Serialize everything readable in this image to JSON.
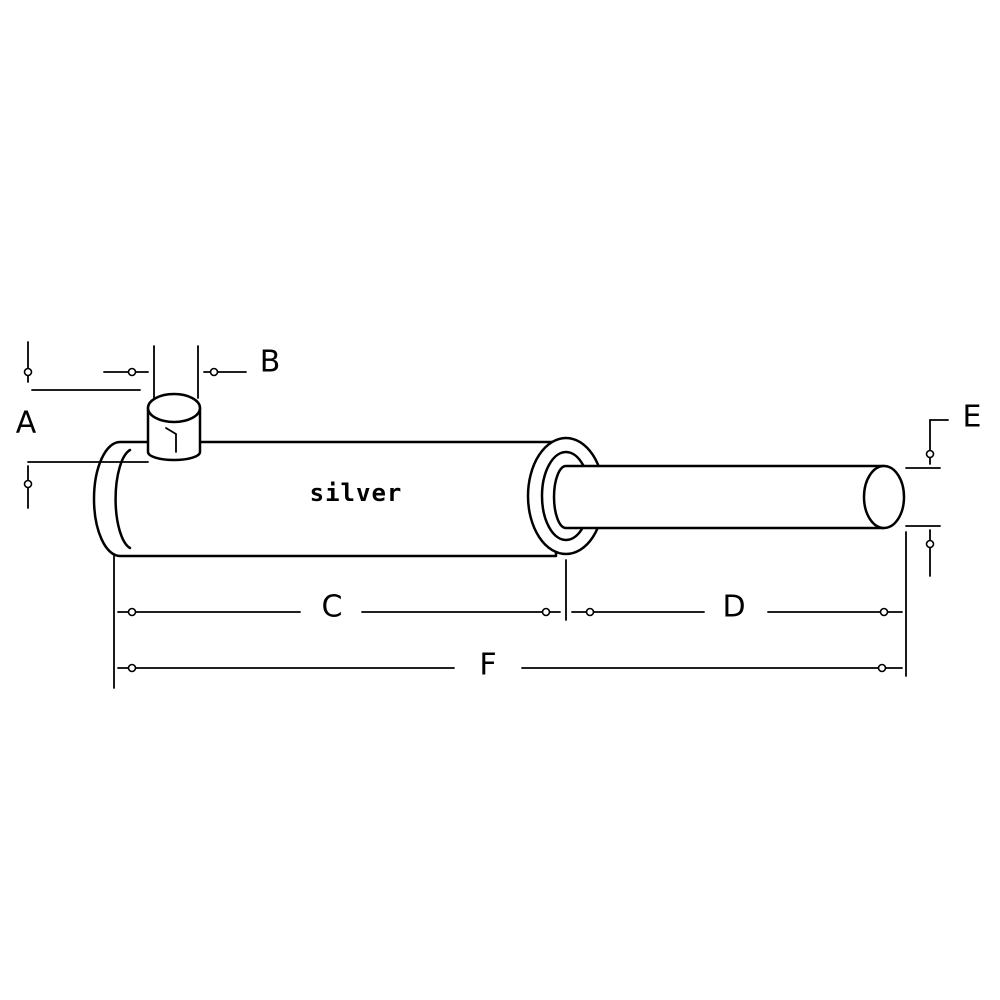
{
  "diagram": {
    "body_label": "silver",
    "dimensions": {
      "a": "A",
      "b": "B",
      "c": "C",
      "d": "D",
      "e": "E",
      "f": "F"
    }
  }
}
